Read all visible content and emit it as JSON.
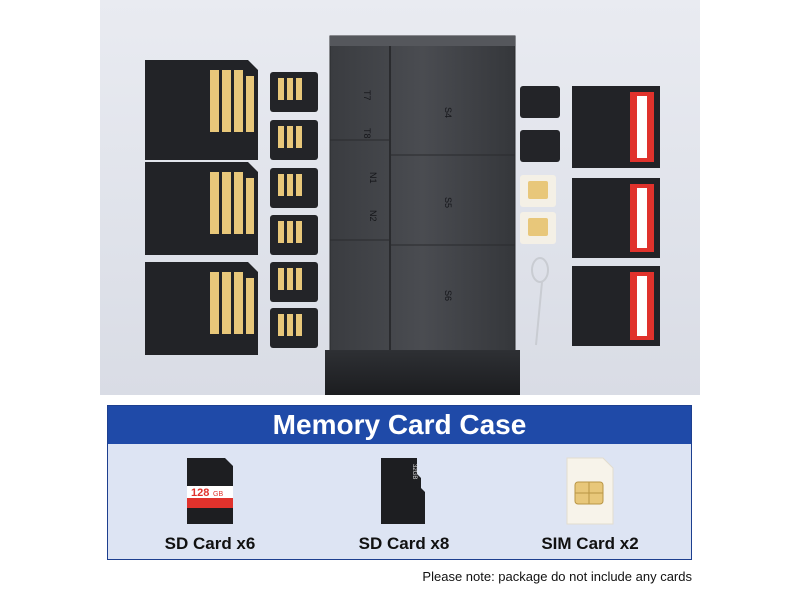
{
  "banner": {
    "title": "Memory Card Case"
  },
  "items": [
    {
      "label": "SD Card x6",
      "icon": "sd-card-icon",
      "capacity_text": "128",
      "capacity_unit": "GB"
    },
    {
      "label": "SD Card x8",
      "icon": "micro-sd-card-icon",
      "capacity_text": "32GB"
    },
    {
      "label": "SIM Card x2",
      "icon": "sim-card-icon"
    }
  ],
  "case_slots": [
    "T7",
    "T8",
    "N1",
    "N2",
    "S4",
    "S5",
    "S6"
  ],
  "note": "Please note: package do not include any cards",
  "colors": {
    "banner_blue": "#1f4aa8",
    "panel_bg": "#dde4f3",
    "card_black": "#1d1e21",
    "card_red": "#e0322c",
    "contact_gold": "#e8c77a"
  }
}
